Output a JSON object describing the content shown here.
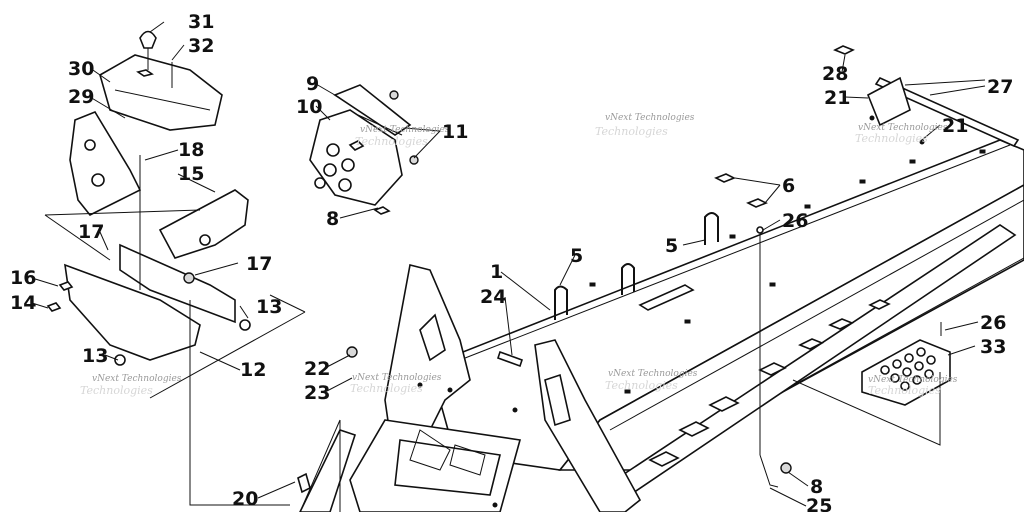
{
  "callouts": {
    "c1": "1",
    "c5a": "5",
    "c5b": "5",
    "c6": "6",
    "c8a": "8",
    "c8b": "8",
    "c9": "9",
    "c10": "10",
    "c11": "11",
    "c12": "12",
    "c13a": "13",
    "c13b": "13",
    "c14": "14",
    "c15": "15",
    "c16": "16",
    "c17a": "17",
    "c17b": "17",
    "c18": "18",
    "c20": "20",
    "c21a": "21",
    "c21b": "21",
    "c22": "22",
    "c23": "23",
    "c24": "24",
    "c25": "25",
    "c26a": "26",
    "c26b": "26",
    "c27": "27",
    "c28": "28",
    "c29": "29",
    "c30": "30",
    "c31": "31",
    "c32": "32",
    "c33": "33"
  },
  "watermark": {
    "text": "vNext Technologies",
    "ghost_text": "Technologies"
  }
}
